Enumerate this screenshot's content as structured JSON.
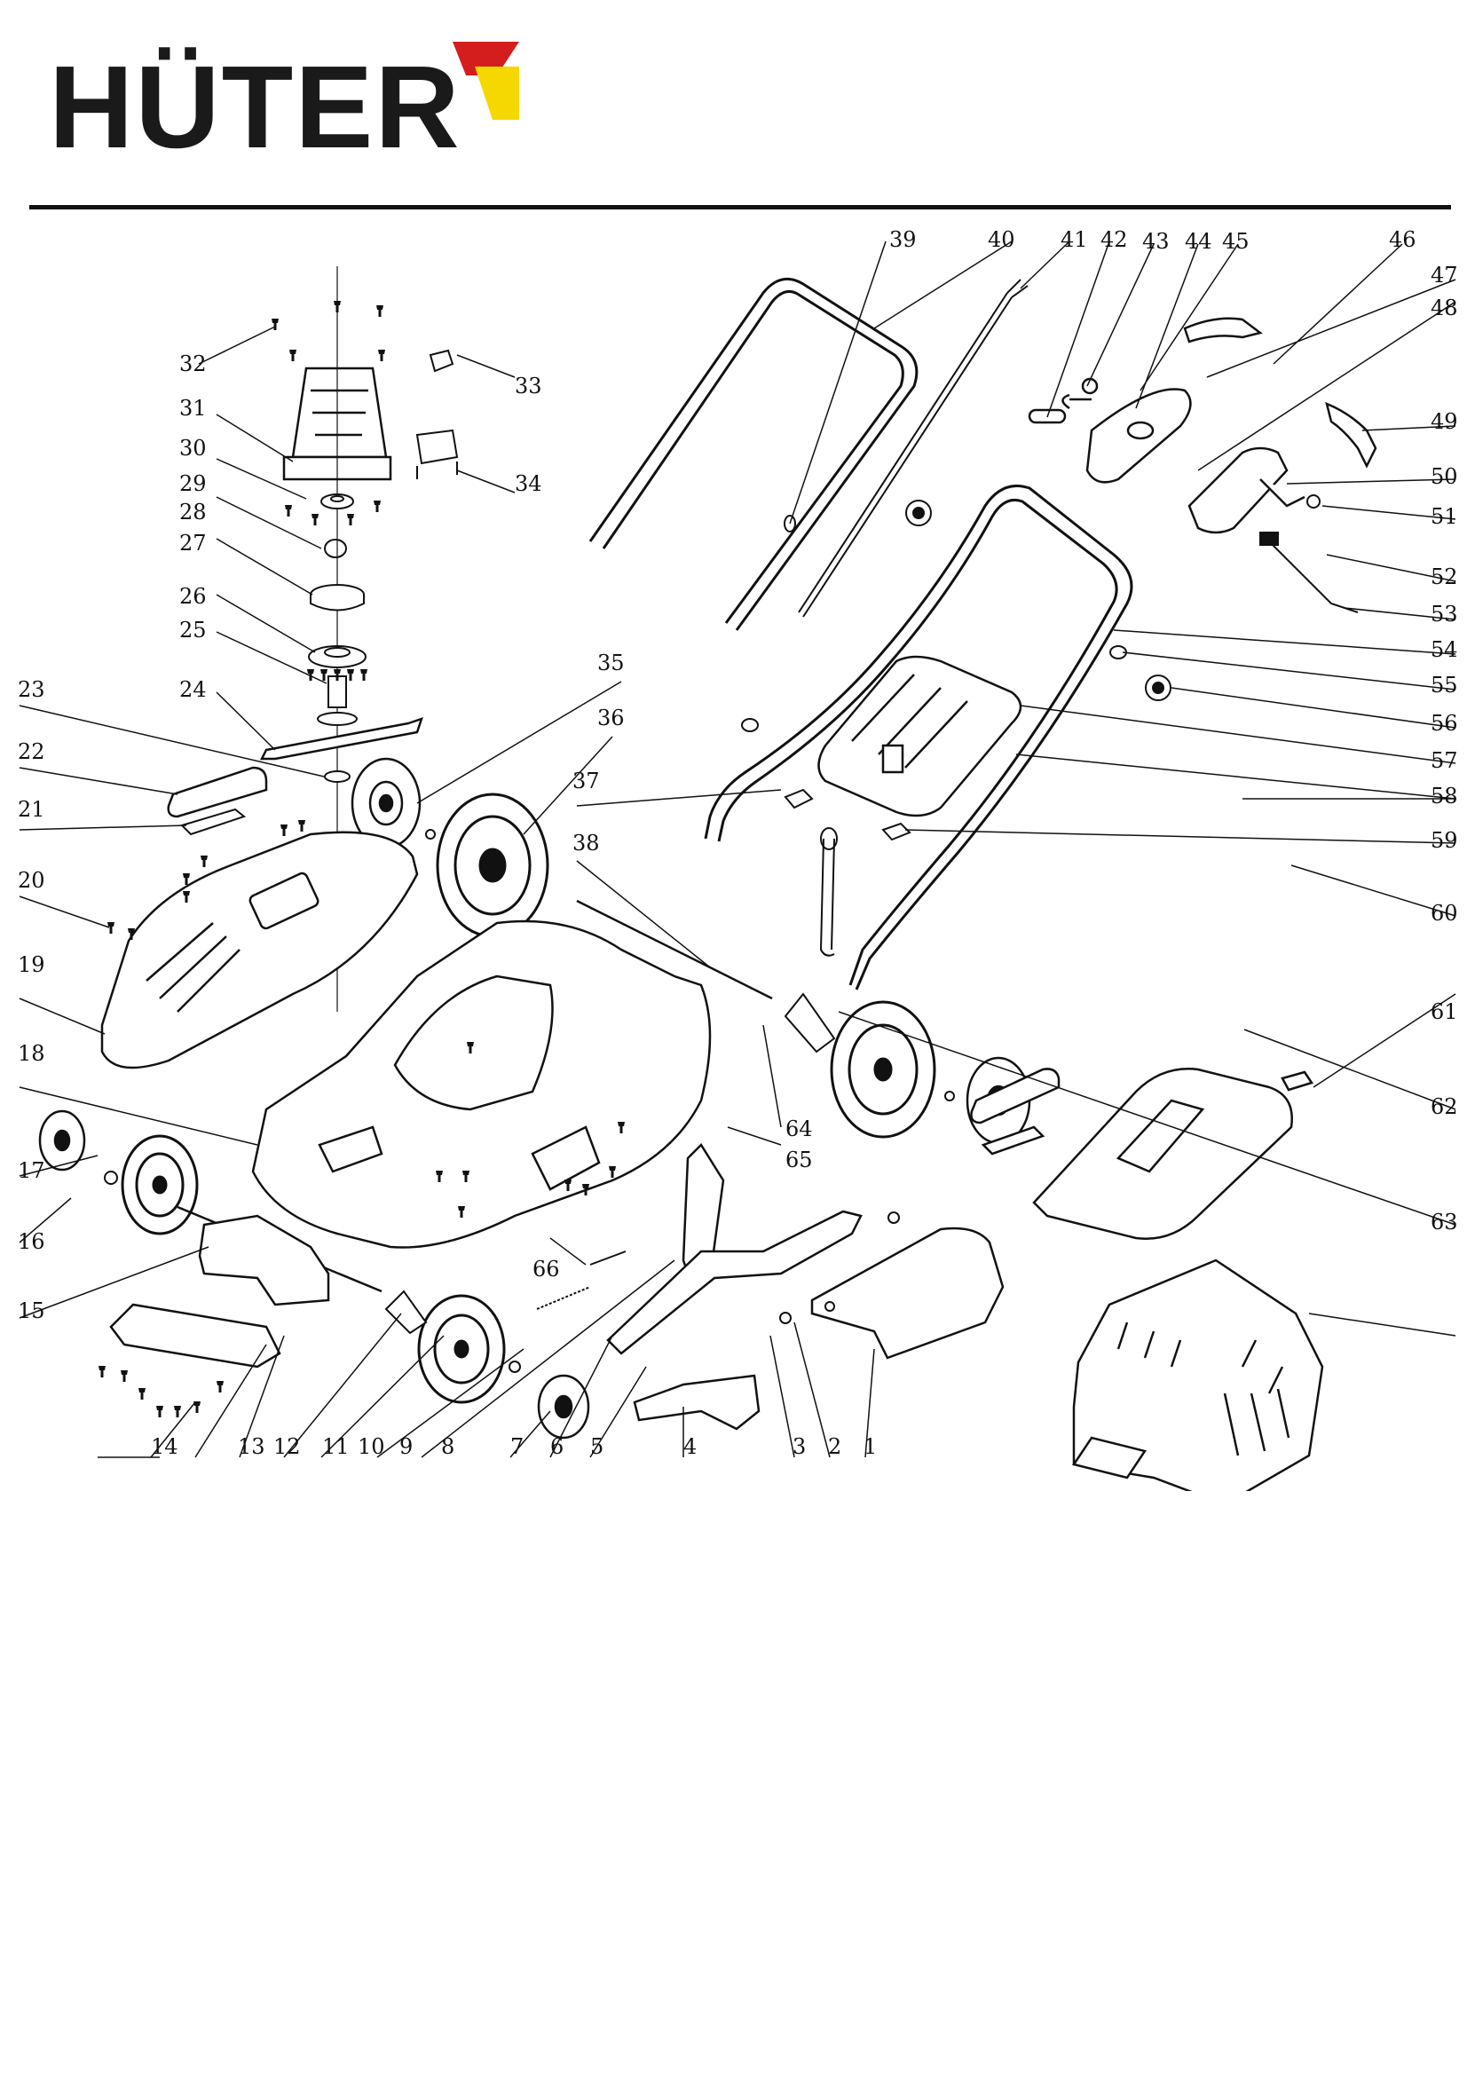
{
  "brand": {
    "logo_text": "HÜTER",
    "colors": {
      "black": "#1a1a1a",
      "red": "#d41e1e",
      "yellow": "#f5d800"
    }
  },
  "diagram": {
    "part_labels": {
      "p1": "1",
      "p2": "2",
      "p3": "3",
      "p4": "4",
      "p5": "5",
      "p6": "6",
      "p7": "7",
      "p8": "8",
      "p9": "9",
      "p10": "10",
      "p11": "11",
      "p12": "12",
      "p13": "13",
      "p14": "14",
      "p15": "15",
      "p16": "16",
      "p17": "17",
      "p18": "18",
      "p19": "19",
      "p20": "20",
      "p21": "21",
      "p22": "22",
      "p23": "23",
      "p24": "24",
      "p25": "25",
      "p26": "26",
      "p27": "27",
      "p28": "28",
      "p29": "29",
      "p30": "30",
      "p31": "31",
      "p32": "32",
      "p33": "33",
      "p34": "34",
      "p35": "35",
      "p36": "36",
      "p37": "37",
      "p38": "38",
      "p39": "39",
      "p40": "40",
      "p41": "41",
      "p42": "42",
      "p43": "43",
      "p44": "44",
      "p45": "45",
      "p46": "46",
      "p47": "47",
      "p48": "48",
      "p49": "49",
      "p50": "50",
      "p51": "51",
      "p52": "52",
      "p53": "53",
      "p54": "54",
      "p55": "55",
      "p56": "56",
      "p57": "57",
      "p58": "58",
      "p59": "59",
      "p60": "60",
      "p61": "61",
      "p62": "62",
      "p63": "63",
      "p64": "64",
      "p65": "65",
      "p66": "66"
    }
  }
}
